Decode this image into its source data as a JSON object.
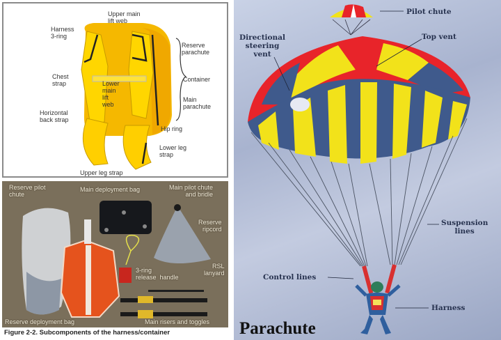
{
  "harness_diagram": {
    "labels": {
      "harness_3ring": "Harness\n3-ring",
      "upper_main_lift_web": "Upper main\nlift web",
      "reserve_parachute": "Reserve\nparachute",
      "container": "Container",
      "main_parachute": "Main\nparachute",
      "chest_strap": "Chest\nstrap",
      "lower_main_lift_web": "Lower\nmain\nlift\nweb",
      "horizontal_back_strap": "Horizontal\nback strap",
      "hip_ring": "Hip ring",
      "lower_leg_strap": "Lower leg\nstrap",
      "upper_leg_strap": "Upper leg strap"
    }
  },
  "components_photo": {
    "labels": {
      "reserve_pilot_chute": "Reserve pilot\nchute",
      "main_deployment_bag": "Main deployment bag",
      "main_pilot_chute_bridle": "Main pilot chute\nand bridle",
      "reserve_ripcord": "Reserve\nripcord",
      "three_ring_release_handle": "3-ring\nrelease  handle",
      "rsl_lanyard": "RSL\nlanyard",
      "reserve_deployment_bag": "Reserve deployment bag",
      "main_risers_toggles": "Main risers and toggles"
    },
    "caption": "Figure 2-2. Subcomponents of the harness/container"
  },
  "parachute_illustration": {
    "title": "Parachute",
    "labels": {
      "pilot_chute": "Pilot chute",
      "top_vent": "Top vent",
      "directional_steering_vent": "Directional\nsteering\nvent",
      "suspension_lines": "Suspension\nlines",
      "control_lines": "Control lines",
      "harness": "Harness"
    },
    "colors": {
      "canopy_red": "#e8242a",
      "canopy_yellow": "#f2e21a",
      "canopy_blue": "#3f5a8c",
      "sky": "#b4bdd6"
    }
  }
}
